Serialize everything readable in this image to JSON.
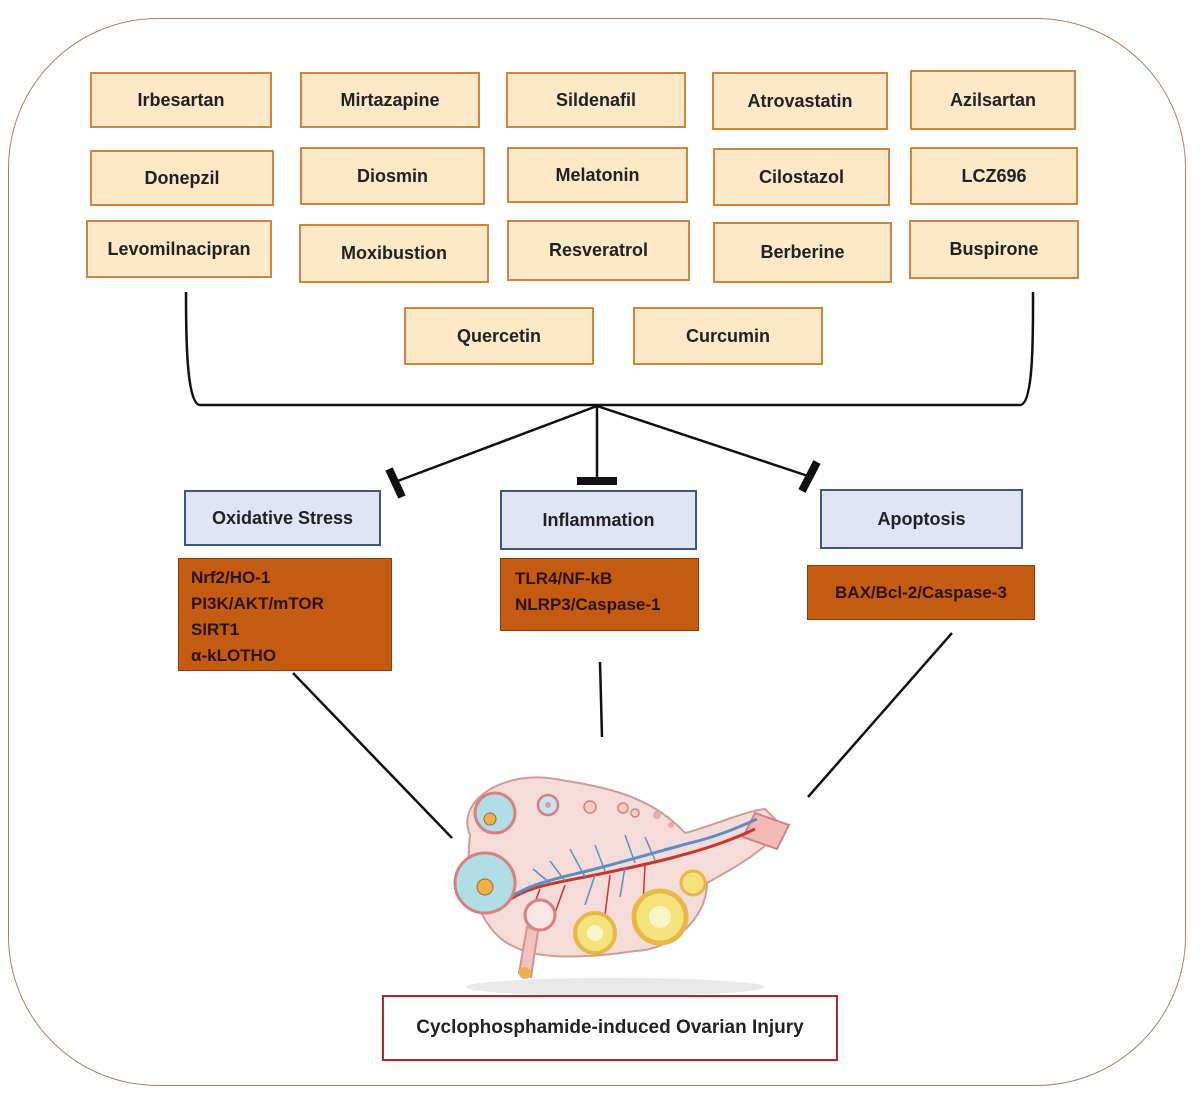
{
  "drugs": [
    "Irbesartan",
    "Mirtazapine",
    "Sildenafil",
    "Atrovastatin",
    "Azilsartan",
    "Donepzil",
    "Diosmin",
    "Melatonin",
    "Cilostazol",
    "LCZ696",
    "Levomilnacipran",
    "Moxibustion",
    "Resveratrol",
    "Berberine",
    "Buspirone",
    "Quercetin",
    "Curcumin"
  ],
  "mechanisms": {
    "oxidative_stress": "Oxidative Stress",
    "inflammation": "Inflammation",
    "apoptosis": "Apoptosis"
  },
  "pathways": {
    "oxidative_stress": [
      "Nrf2/HO-1",
      "PI3K/AKT/mTOR",
      "SIRT1",
      "α-kLOTHO"
    ],
    "inflammation": [
      "TLR4/NF-kB",
      "NLRP3/Caspase-1"
    ],
    "apoptosis": [
      "BAX/Bcl-2/Caspase-3"
    ]
  },
  "outcome": "Cyclophosphamide-induced Ovarian Injury",
  "colors": {
    "drug_fill": "#fde9c8",
    "drug_border": "#cd8540",
    "mechanism_fill": "#dfe5f3",
    "mechanism_border": "#3d5a78",
    "pathway_fill": "#c55a11",
    "outcome_border": "#b32630"
  }
}
